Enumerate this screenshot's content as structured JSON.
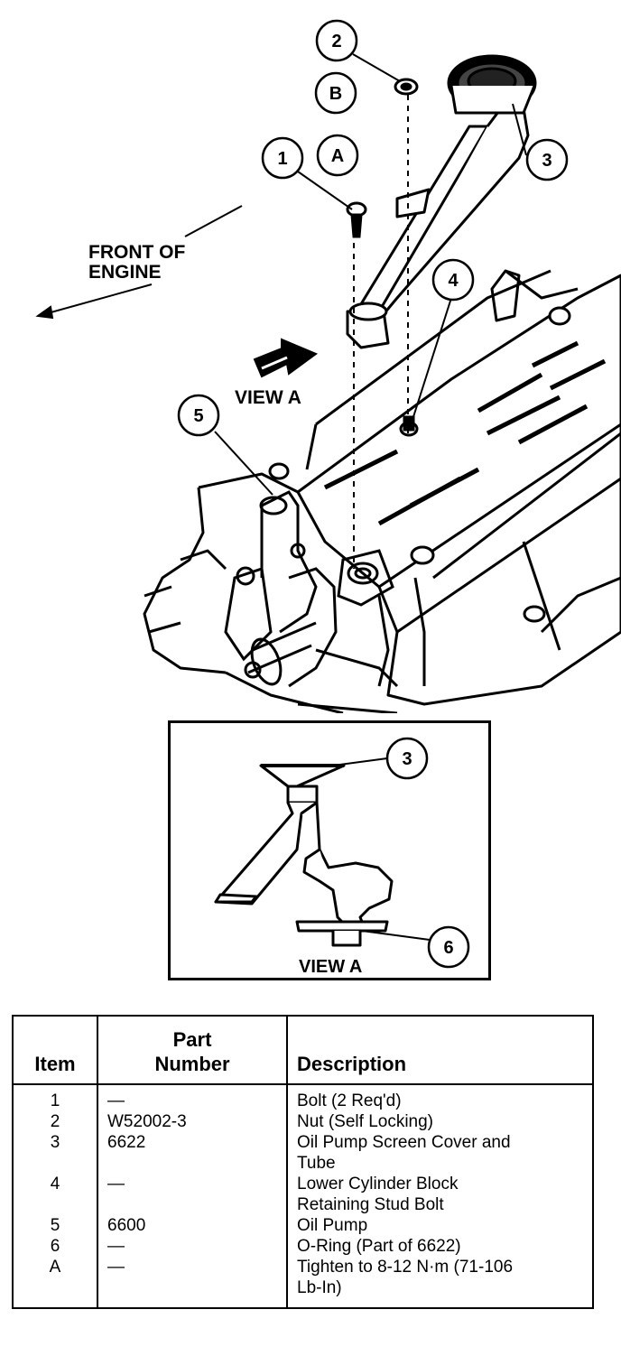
{
  "main_diagram": {
    "callouts": [
      "1",
      "2",
      "3",
      "4",
      "5",
      "A",
      "B"
    ],
    "front_label_line1": "FRONT OF",
    "front_label_line2": "ENGINE",
    "view_label": "VIEW A"
  },
  "inset": {
    "callouts": [
      "3",
      "6"
    ],
    "view_label": "VIEW A"
  },
  "table": {
    "headers": {
      "item": "Item",
      "part_line1": "Part",
      "part_line2": "Number",
      "description": "Description"
    },
    "rows": [
      {
        "item": "1",
        "part": "—",
        "desc1": "Bolt (2 Req'd)",
        "desc2": ""
      },
      {
        "item": "2",
        "part": "W52002-3",
        "desc1": "Nut (Self Locking)",
        "desc2": ""
      },
      {
        "item": "3",
        "part": "6622",
        "desc1": "Oil Pump Screen Cover and",
        "desc2": "Tube"
      },
      {
        "item": "4",
        "part": "—",
        "desc1": "Lower Cylinder Block",
        "desc2": "Retaining Stud Bolt"
      },
      {
        "item": "5",
        "part": "6600",
        "desc1": "Oil Pump",
        "desc2": ""
      },
      {
        "item": "6",
        "part": "—",
        "desc1": "O-Ring (Part of 6622)",
        "desc2": ""
      },
      {
        "item": "A",
        "part": "—",
        "desc1": "Tighten to 8-12 N·m (71-106",
        "desc2": "Lb-In)"
      }
    ]
  }
}
